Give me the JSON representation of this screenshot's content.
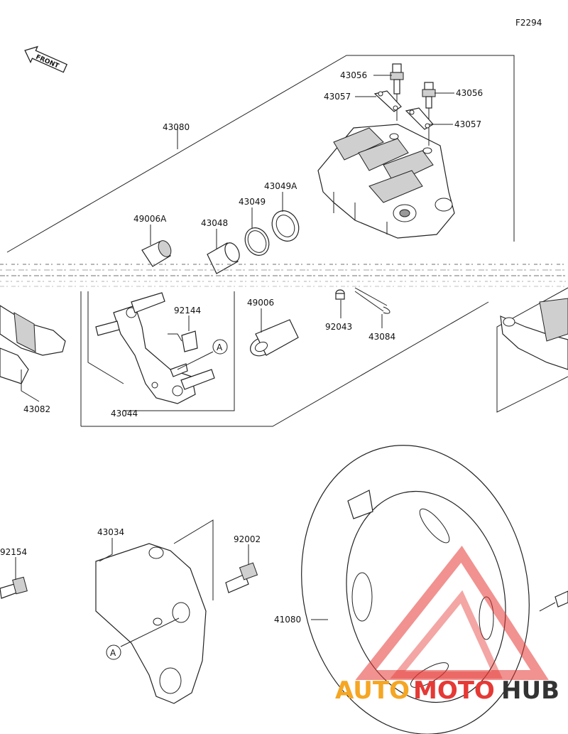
{
  "figure_code": "F2294",
  "front_marker": "FRONT",
  "reference_mark": "A",
  "part_numbers": {
    "p43056_top": "43056",
    "p43056_right": "43056",
    "p43057_left": "43057",
    "p43057_right": "43057",
    "p43080": "43080",
    "p43049A": "43049A",
    "p43049": "43049",
    "p43048": "43048",
    "p49006A": "49006A",
    "p92144": "92144",
    "p49006": "49006",
    "p92043": "92043",
    "p43084": "43084",
    "p43082": "43082",
    "p43044": "43044",
    "p43034": "43034",
    "p92002": "92002",
    "p92154": "92154",
    "p41080": "41080"
  },
  "watermark": {
    "part1": "AUTO",
    "part2": "MOTO",
    "part3": "HUB",
    "color_primary": "#f5a623",
    "color_secondary": "#e53935",
    "color_dark": "#333333"
  }
}
